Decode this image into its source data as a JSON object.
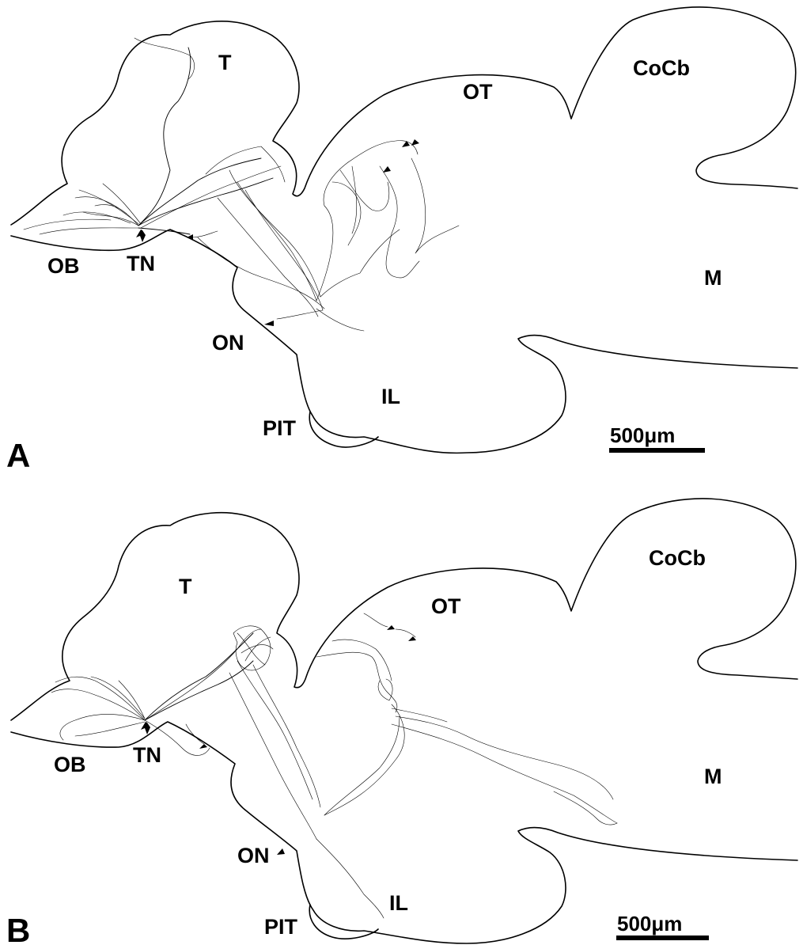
{
  "panels": [
    {
      "letter": "A",
      "labels": {
        "T": "T",
        "CoCb": "CoCb",
        "OT": "OT",
        "OB": "OB",
        "TN": "TN",
        "M": "M",
        "ON": "ON",
        "IL": "IL",
        "PIT": "PIT"
      },
      "scale_bar": "500μm"
    },
    {
      "letter": "B",
      "labels": {
        "T": "T",
        "CoCb": "CoCb",
        "OT": "OT",
        "OB": "OB",
        "TN": "TN",
        "M": "M",
        "ON": "ON",
        "IL": "IL",
        "PIT": "PIT"
      },
      "scale_bar": "500μm"
    }
  ]
}
